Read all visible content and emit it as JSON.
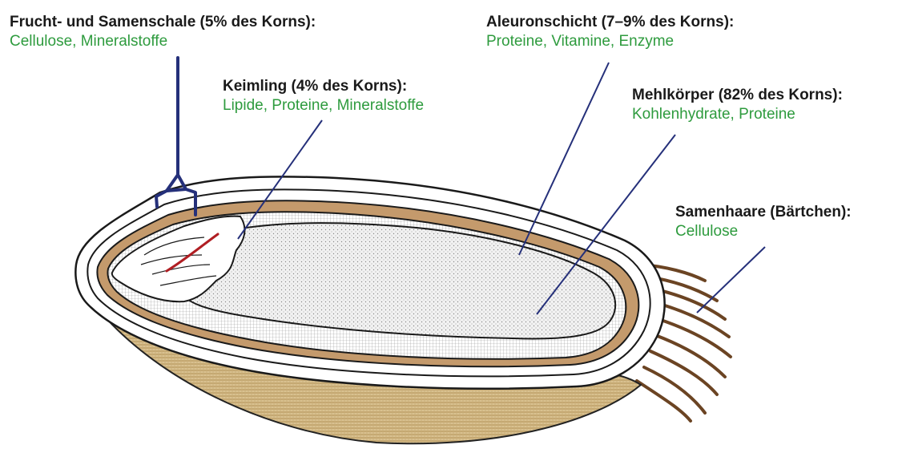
{
  "labels": {
    "frucht": {
      "title": "Frucht- und Samenschale (5% des Korns):",
      "content": "Cellulose, Mineralstoffe"
    },
    "keimling": {
      "title": "Keimling (4% des Korns):",
      "content": "Lipide, Proteine, Mineralstoffe"
    },
    "aleuron": {
      "title": "Aleuronschicht (7–9% des Korns):",
      "content": "Proteine, Vitamine, Enzyme"
    },
    "mehl": {
      "title": "Mehlkörper (82% des Korns):",
      "content": "Kohlenhydrate, Proteine"
    },
    "haare": {
      "title": "Samenhaare (Bärtchen):",
      "content": "Cellulose"
    }
  },
  "colors": {
    "title_text": "#1a1a1a",
    "content_text": "#2e9b3e",
    "leader_line": "#25307a",
    "husk": "#d9c190",
    "seed_coat_band": "#c49a6c",
    "hairs": "#6b4423",
    "embryo_vein": "#b01e23"
  }
}
